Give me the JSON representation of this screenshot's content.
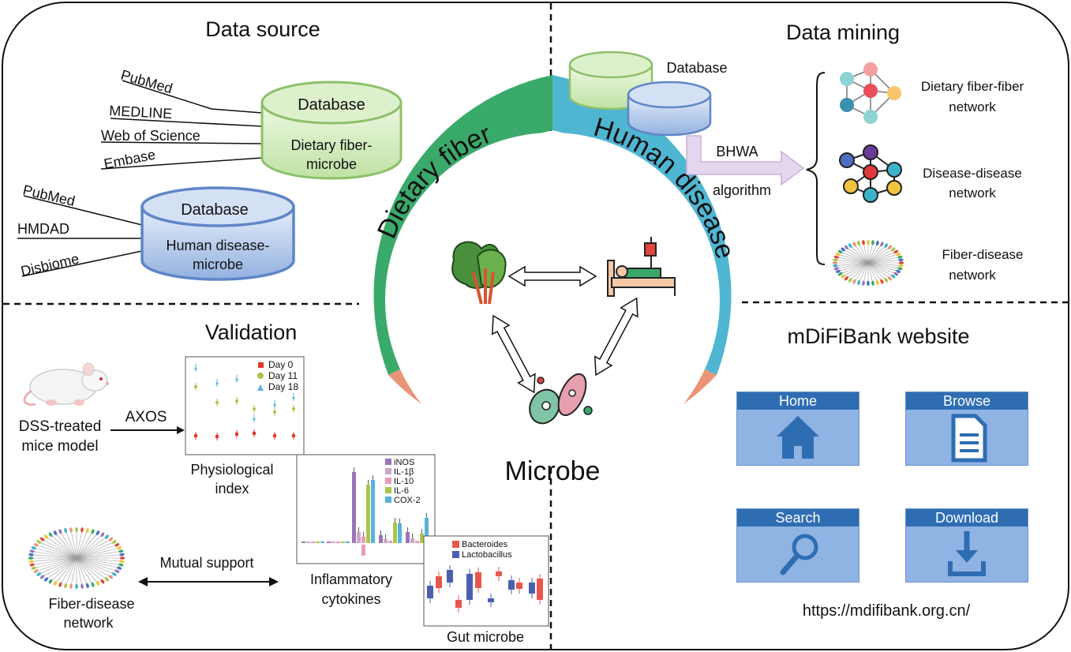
{
  "sections": {
    "data_source": "Data source",
    "data_mining": "Data mining",
    "validation": "Validation",
    "website": "mDiFiBank website"
  },
  "data_source": {
    "db1": {
      "title": "Database",
      "line1": "Dietary fiber-",
      "line2": "microbe",
      "sources": [
        "PubMed",
        "MEDLINE",
        "Web of Science",
        "Embase"
      ]
    },
    "db2": {
      "title": "Database",
      "line1": "Human disease-",
      "line2": "microbe",
      "sources": [
        "PubMed",
        "HMDAD",
        "Disbiome"
      ]
    }
  },
  "data_mining": {
    "database_label": "Database",
    "algorithm_line1": "BHWA",
    "algorithm_line2": "algorithm",
    "outputs": [
      {
        "line1": "Dietary fiber-fiber",
        "line2": "network"
      },
      {
        "line1": "Disease-disease",
        "line2": "network"
      },
      {
        "line1": "Fiber-disease",
        "line2": "network"
      }
    ]
  },
  "ring": {
    "dietary_fiber": "Dietary fiber",
    "human_disease": "Human disease",
    "microbe": "Microbe",
    "colors": {
      "fiber": "#3aaa6b",
      "disease": "#4fb6d2",
      "microbe": "#ea9477"
    }
  },
  "validation": {
    "model_line1": "DSS-treated",
    "model_line2": "mice model",
    "treatment": "AXOS",
    "physio": {
      "label_line1": "Physiological",
      "label_line2": "index",
      "legend": [
        "Day 0",
        "Day 11",
        "Day 18"
      ],
      "colors": [
        "#e03a2f",
        "#a8c64a",
        "#58b2dc"
      ]
    },
    "cytokines": {
      "label_line1": "Inflammatory",
      "label_line2": "cytokines",
      "legend": [
        "iNOS",
        "IL-1β",
        "IL-10",
        "IL-6",
        "COX-2"
      ],
      "colors": [
        "#9b74b6",
        "#c9a8c9",
        "#ec9ab8",
        "#a8c64a",
        "#58b2dc"
      ]
    },
    "gut": {
      "label": "Gut microbe",
      "legend": [
        "Bacteroides",
        "Lactobacillus"
      ],
      "colors": [
        "#e8574b",
        "#4c5fae"
      ]
    },
    "network_line1": "Fiber-disease",
    "network_line2": "network",
    "mutual": "Mutual support"
  },
  "website": {
    "buttons": [
      {
        "label": "Home",
        "icon": "home-icon"
      },
      {
        "label": "Browse",
        "icon": "document-icon"
      },
      {
        "label": "Search",
        "icon": "search-icon"
      },
      {
        "label": "Download",
        "icon": "download-icon"
      }
    ],
    "url": "https://mdifibank.org.cn/"
  }
}
